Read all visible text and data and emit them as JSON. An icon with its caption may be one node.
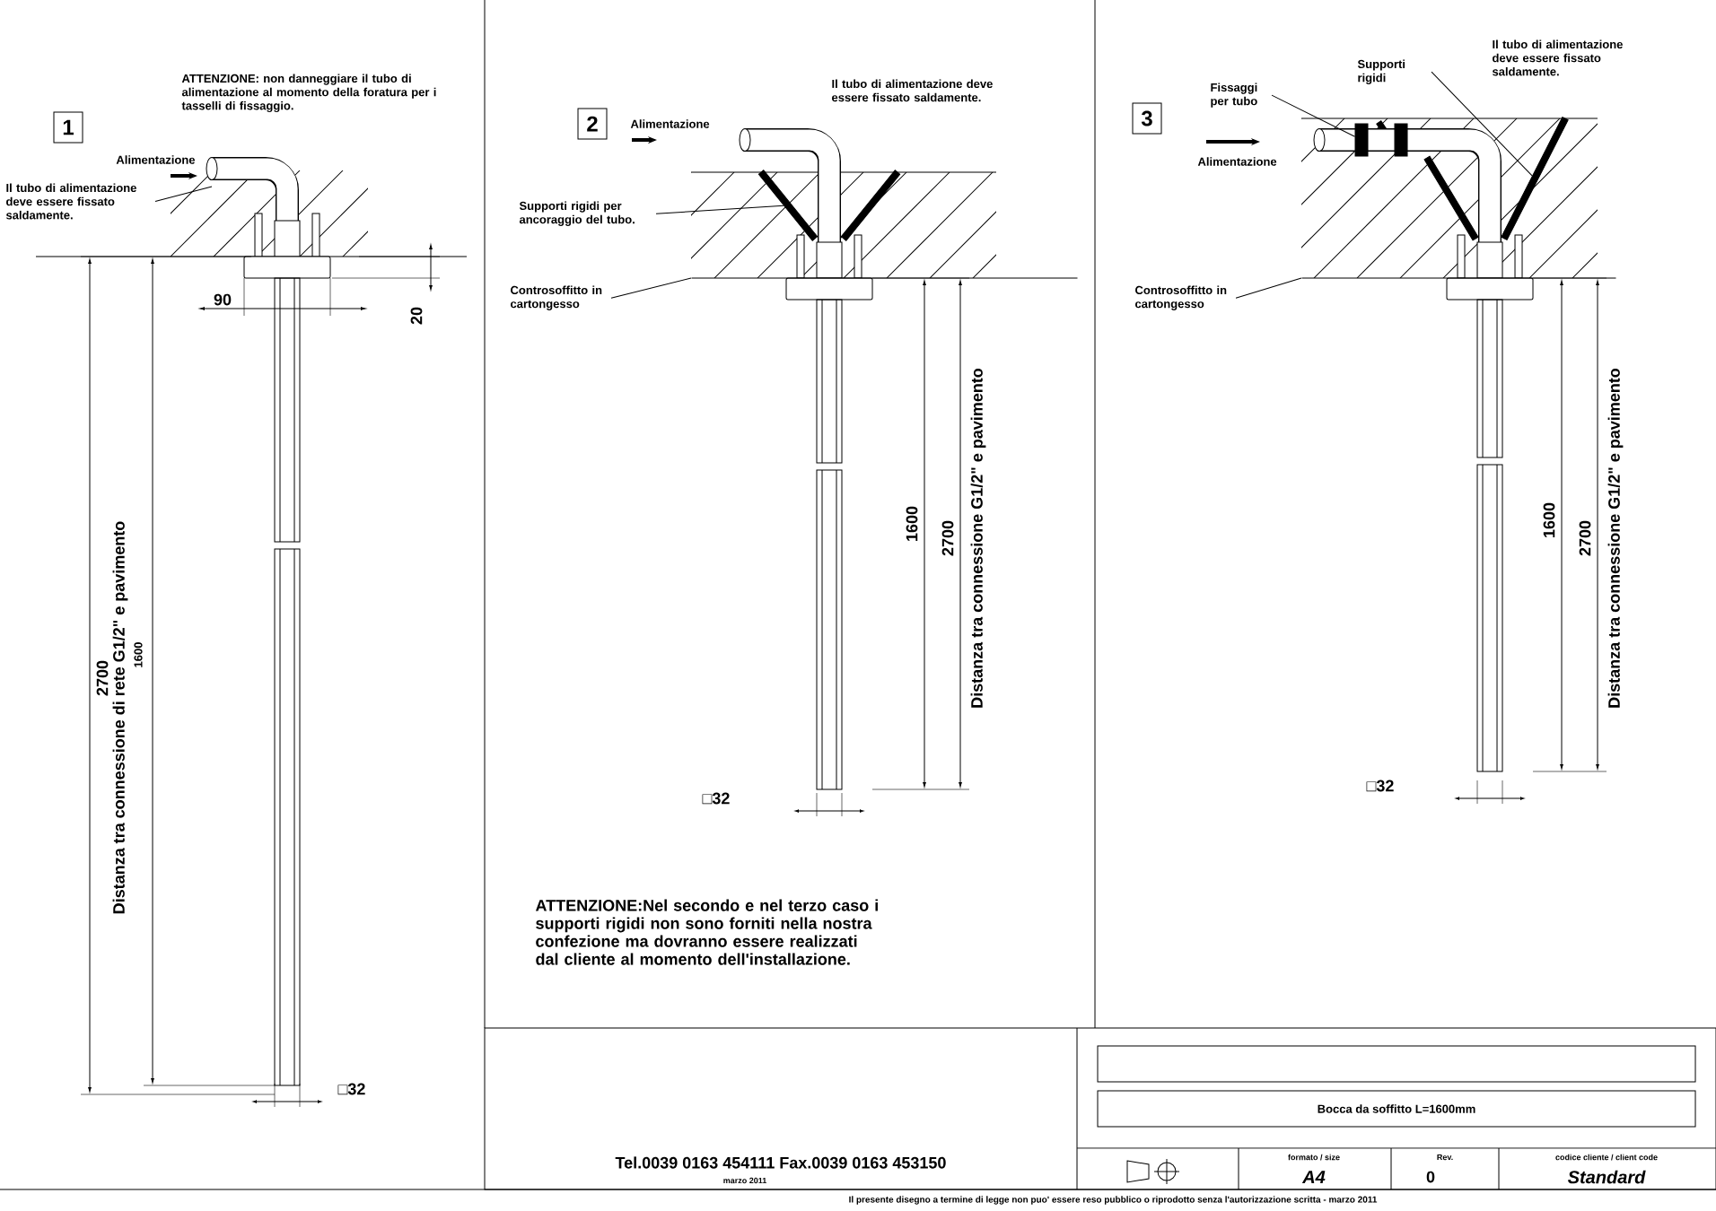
{
  "diagram": {
    "nodes": [
      {
        "text": [
          "1"
        ]
      },
      {
        "text": [
          "Il tubo di alimentazione deve essere fissato saldamente."
        ]
      },
      {
        "text": [
          "2"
        ]
      },
      {
        "text": [
          "Supporti rigidi per ancoraggio del tubo."
        ]
      },
      {
        "text": [
          "Controsoffitto in cartongesso"
        ]
      },
      {
        "text": [
          "3"
        ]
      },
      {
        "text": [
          "Fissaggi per tubo"
        ]
      },
      {
        "text": [
          "Supporti rigidi"
        ]
      },
      {
        "text": [
          "Controsoffitto in cartongesso"
        ]
      },
      {
        "text": [],
        "shape": "box"
      },
      {
        "text": [
          "Bocca da soffitto L=1600mm"
        ]
      },
      {
        "text": [],
        "shape": "bar"
      },
      {
        "text": [],
        "shape": "bar"
      },
      {
        "text": [],
        "shape": "bar"
      },
      {
        "text": [],
        "shape": "bar"
      },
      {
        "text": [],
        "shape": "bar"
      },
      {
        "text": [],
        "shape": "bar"
      },
      {
        "text": [],
        "shape": "bar"
      },
      {
        "text": [],
        "shape": "bar"
      }
    ],
    "edges": [
      {
        "from": 1,
        "to": null,
        "arrow": "none"
      },
      {
        "from": 3,
        "to": 13,
        "arrow": "none"
      },
      {
        "from": 4,
        "to": 11,
        "arrow": "none"
      },
      {
        "from": 6,
        "to": 15,
        "arrow": "none"
      },
      {
        "from": 7,
        "to": 18,
        "arrow": "none"
      },
      {
        "from": 8,
        "to": 12,
        "arrow": "none"
      }
    ],
    "labels": [
      "ATTENZIONE: non danneggiare il tubo di alimentazione al momento della foratura per i tasselli di fissaggio.",
      "Alimentazione",
      "90",
      "20",
      "2700",
      "Distanza tra connessione di rete G1/2\" e pavimento",
      "1600",
      "□32",
      "Il tubo di alimentazione deve essere fissato saldamente.",
      "Alimentazione",
      "1600",
      "2700",
      "Distanza tra connessione G1/2\" e pavimento",
      "□32",
      "ATTENZIONE:Nel secondo e nel terzo caso i supporti rigidi non sono forniti nella nostra confezione ma dovranno essere realizzati dal cliente al momento dell'installazione.",
      "Il tubo di alimentazione deve essere fissato saldamente.",
      "Alimentazione",
      "1600",
      "2700",
      "Distanza tra connessione G1/2\" e pavimento",
      "□32",
      "Tel.0039 0163 454111 Fax.0039 0163 453150",
      "marzo 2011",
      "formato / size",
      "A4",
      "Rev.",
      "0",
      "codice cliente / client code",
      "Standard",
      "Il presente disegno a termine di legge non puo' essere reso pubblico o riprodotto senza l'autorizzazione scritta - marzo 2011"
    ]
  }
}
